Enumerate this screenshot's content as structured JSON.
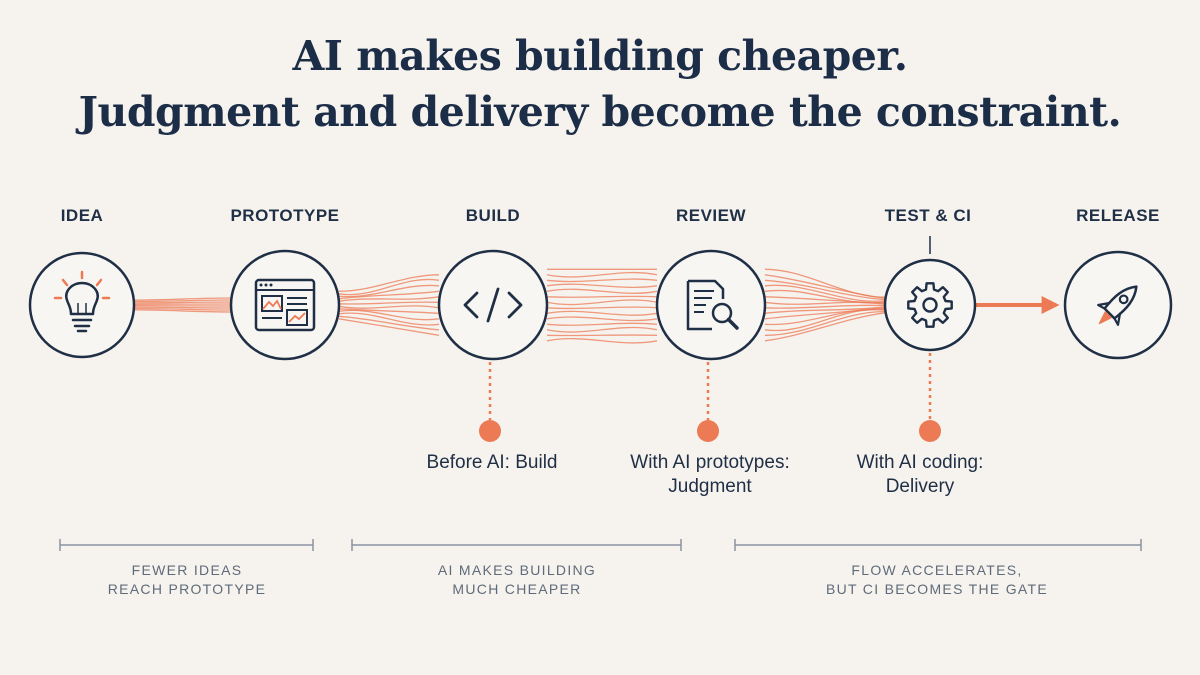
{
  "title": {
    "line1": "AI makes building cheaper.",
    "line2": "Judgment and delivery become the constraint."
  },
  "colors": {
    "background": "#f6f3ee",
    "navy": "#1f2f46",
    "accent": "#ec7a55",
    "muted": "#5f6b7a"
  },
  "stages": [
    {
      "id": "idea",
      "label": "IDEA",
      "icon": "lightbulb-icon"
    },
    {
      "id": "prototype",
      "label": "PROTOTYPE",
      "icon": "browser-window-icon"
    },
    {
      "id": "build",
      "label": "BUILD",
      "icon": "code-brackets-icon"
    },
    {
      "id": "review",
      "label": "REVIEW",
      "icon": "document-magnifier-icon"
    },
    {
      "id": "test-ci",
      "label": "TEST & CI",
      "icon": "gear-icon"
    },
    {
      "id": "release",
      "label": "RELEASE",
      "icon": "rocket-icon"
    }
  ],
  "callouts": [
    {
      "id": "build",
      "lines": [
        "Before AI: Build"
      ]
    },
    {
      "id": "review",
      "lines": [
        "With AI prototypes:",
        "Judgment"
      ]
    },
    {
      "id": "test-ci",
      "lines": [
        "With AI coding:",
        "Delivery"
      ]
    }
  ],
  "phases": [
    {
      "id": "fewer-ideas",
      "lines": [
        "FEWER IDEAS",
        "REACH PROTOTYPE"
      ]
    },
    {
      "id": "ai-building",
      "lines": [
        "AI MAKES BUILDING",
        "MUCH CHEAPER"
      ]
    },
    {
      "id": "flow-accelerates",
      "lines": [
        "FLOW ACCELERATES,",
        "BUT CI BECOMES THE GATE"
      ]
    }
  ]
}
